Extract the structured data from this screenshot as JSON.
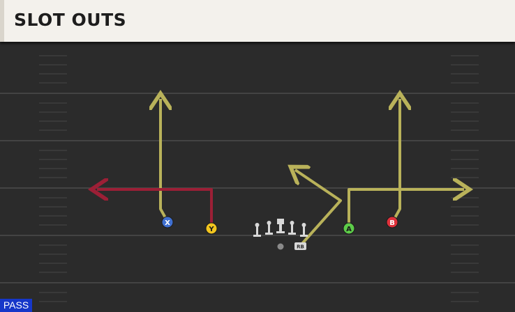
{
  "play": {
    "title": "SLOT OUTS",
    "type": "PASS"
  },
  "colors": {
    "route_default": "#b9b25a",
    "route_highlight": "#9c1f36",
    "field": "#2b2b2b",
    "yard_line": "#444444",
    "hash": "#3e3e3e",
    "lineman": "#d8d8d8",
    "play_type_bg": "#1637c9"
  },
  "players": [
    {
      "id": "X",
      "label": "X",
      "color": "#3f6fd0",
      "icon": "receiver-circle-icon"
    },
    {
      "id": "Y",
      "label": "Y",
      "color": "#f2c51f",
      "icon": "receiver-circle-icon"
    },
    {
      "id": "A",
      "label": "A",
      "color": "#5dcc49",
      "icon": "receiver-circle-icon"
    },
    {
      "id": "B",
      "label": "B",
      "color": "#e0313b",
      "icon": "receiver-circle-icon"
    },
    {
      "id": "RB",
      "label": "RB",
      "color": "#d8d8d8",
      "icon": "running-back-icon"
    },
    {
      "id": "QB",
      "label": "",
      "color": "#8a8a8a",
      "icon": "quarterback-dot-icon"
    }
  ],
  "routes": [
    {
      "player": "X",
      "kind": "go",
      "highlight": false
    },
    {
      "player": "Y",
      "kind": "out",
      "highlight": true
    },
    {
      "player": "A",
      "kind": "out",
      "highlight": false
    },
    {
      "player": "B",
      "kind": "go",
      "highlight": false
    },
    {
      "player": "RB",
      "kind": "angle",
      "highlight": false
    }
  ]
}
